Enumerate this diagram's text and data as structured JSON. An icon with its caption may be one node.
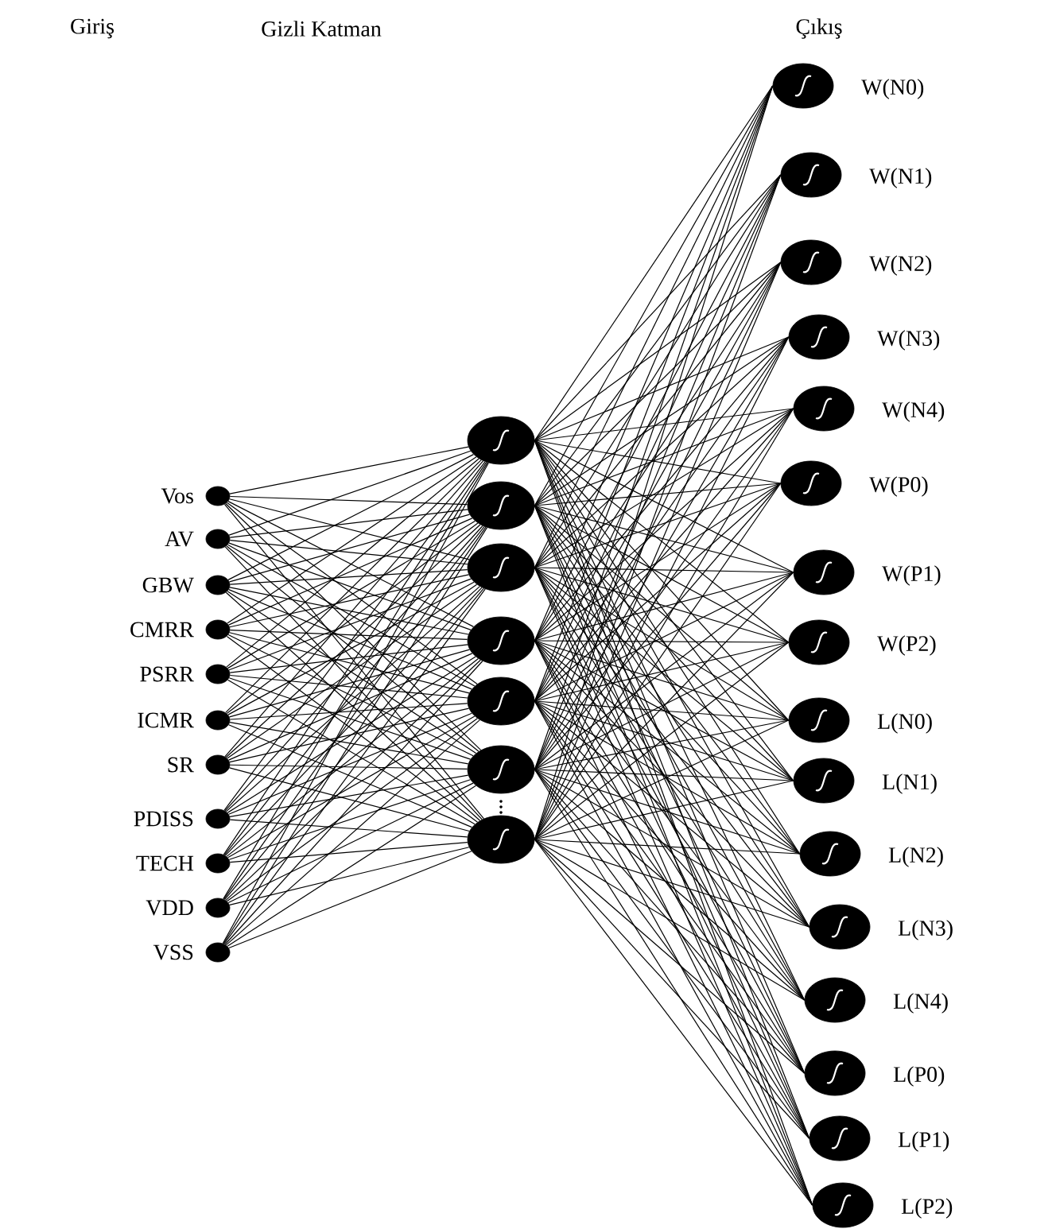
{
  "diagram": {
    "nodes": [
      {
        "text": [],
        "shape": "circle",
        "beside": [
          "Vos"
        ]
      },
      {
        "text": [],
        "shape": "circle",
        "beside": [
          "AV"
        ]
      },
      {
        "text": [],
        "shape": "circle",
        "beside": [
          "GBW"
        ]
      },
      {
        "text": [],
        "shape": "circle",
        "beside": [
          "CMRR"
        ]
      },
      {
        "text": [],
        "shape": "circle",
        "beside": [
          "PSRR"
        ]
      },
      {
        "text": [],
        "shape": "circle",
        "beside": [
          "ICMR"
        ]
      },
      {
        "text": [],
        "shape": "circle",
        "beside": [
          "SR"
        ]
      },
      {
        "text": [],
        "shape": "circle",
        "beside": [
          "PDISS"
        ]
      },
      {
        "text": [],
        "shape": "circle",
        "beside": [
          "TECH"
        ]
      },
      {
        "text": [],
        "shape": "circle",
        "beside": [
          "VDD"
        ]
      },
      {
        "text": [],
        "shape": "circle",
        "beside": [
          "VSS"
        ]
      },
      {
        "text": [],
        "shape": "circle"
      },
      {
        "text": [],
        "shape": "circle"
      },
      {
        "text": [],
        "shape": "circle"
      },
      {
        "text": [],
        "shape": "circle"
      },
      {
        "text": [],
        "shape": "circle"
      },
      {
        "text": [],
        "shape": "circle"
      },
      {
        "text": [],
        "shape": "circle"
      },
      {
        "text": [],
        "shape": "circle",
        "beside": [
          "W(N0)"
        ]
      },
      {
        "text": [],
        "shape": "circle",
        "beside": [
          "W(N1)"
        ]
      },
      {
        "text": [],
        "shape": "circle",
        "beside": [
          "W(N2)"
        ]
      },
      {
        "text": [],
        "shape": "circle",
        "beside": [
          "W(N3)"
        ]
      },
      {
        "text": [],
        "shape": "circle",
        "beside": [
          "W(N4)"
        ]
      },
      {
        "text": [],
        "shape": "circle",
        "beside": [
          "W(P0)"
        ]
      },
      {
        "text": [],
        "shape": "circle",
        "beside": [
          "W(P1)"
        ]
      },
      {
        "text": [],
        "shape": "circle",
        "beside": [
          "W(P2)"
        ]
      },
      {
        "text": [],
        "shape": "circle",
        "beside": [
          "L(N0)"
        ]
      },
      {
        "text": [],
        "shape": "circle",
        "beside": [
          "L(N1)"
        ]
      },
      {
        "text": [],
        "shape": "circle",
        "beside": [
          "L(N2)"
        ]
      },
      {
        "text": [],
        "shape": "circle",
        "beside": [
          "L(N3)"
        ]
      },
      {
        "text": [],
        "shape": "circle",
        "beside": [
          "L(N4)"
        ]
      },
      {
        "text": [],
        "shape": "circle",
        "beside": [
          "L(P0)"
        ]
      },
      {
        "text": [],
        "shape": "circle",
        "beside": [
          "L(P1)"
        ]
      },
      {
        "text": [],
        "shape": "circle",
        "beside": [
          "L(P2)"
        ]
      }
    ],
    "edges": [
      {
        "from": 0,
        "to": 11,
        "arrow": "none"
      },
      {
        "from": 0,
        "to": 12,
        "arrow": "none"
      },
      {
        "from": 0,
        "to": 13,
        "arrow": "none"
      },
      {
        "from": 0,
        "to": 14,
        "arrow": "none"
      },
      {
        "from": 0,
        "to": 15,
        "arrow": "none"
      },
      {
        "from": 0,
        "to": 16,
        "arrow": "none"
      },
      {
        "from": 0,
        "to": 17,
        "arrow": "none"
      },
      {
        "from": 1,
        "to": 11,
        "arrow": "none"
      },
      {
        "from": 1,
        "to": 12,
        "arrow": "none"
      },
      {
        "from": 1,
        "to": 13,
        "arrow": "none"
      },
      {
        "from": 1,
        "to": 14,
        "arrow": "none"
      },
      {
        "from": 1,
        "to": 15,
        "arrow": "none"
      },
      {
        "from": 1,
        "to": 16,
        "arrow": "none"
      },
      {
        "from": 1,
        "to": 17,
        "arrow": "none"
      },
      {
        "from": 2,
        "to": 11,
        "arrow": "none"
      },
      {
        "from": 2,
        "to": 12,
        "arrow": "none"
      },
      {
        "from": 2,
        "to": 13,
        "arrow": "none"
      },
      {
        "from": 2,
        "to": 14,
        "arrow": "none"
      },
      {
        "from": 2,
        "to": 15,
        "arrow": "none"
      },
      {
        "from": 2,
        "to": 16,
        "arrow": "none"
      },
      {
        "from": 2,
        "to": 17,
        "arrow": "none"
      },
      {
        "from": 3,
        "to": 11,
        "arrow": "none"
      },
      {
        "from": 3,
        "to": 12,
        "arrow": "none"
      },
      {
        "from": 3,
        "to": 13,
        "arrow": "none"
      },
      {
        "from": 3,
        "to": 14,
        "arrow": "none"
      },
      {
        "from": 3,
        "to": 15,
        "arrow": "none"
      },
      {
        "from": 3,
        "to": 16,
        "arrow": "none"
      },
      {
        "from": 3,
        "to": 17,
        "arrow": "none"
      },
      {
        "from": 4,
        "to": 11,
        "arrow": "none"
      },
      {
        "from": 4,
        "to": 12,
        "arrow": "none"
      },
      {
        "from": 4,
        "to": 13,
        "arrow": "none"
      },
      {
        "from": 4,
        "to": 14,
        "arrow": "none"
      },
      {
        "from": 4,
        "to": 15,
        "arrow": "none"
      },
      {
        "from": 4,
        "to": 16,
        "arrow": "none"
      },
      {
        "from": 4,
        "to": 17,
        "arrow": "none"
      },
      {
        "from": 5,
        "to": 11,
        "arrow": "none"
      },
      {
        "from": 5,
        "to": 12,
        "arrow": "none"
      },
      {
        "from": 5,
        "to": 13,
        "arrow": "none"
      },
      {
        "from": 5,
        "to": 14,
        "arrow": "none"
      },
      {
        "from": 5,
        "to": 15,
        "arrow": "none"
      },
      {
        "from": 5,
        "to": 16,
        "arrow": "none"
      },
      {
        "from": 5,
        "to": 17,
        "arrow": "none"
      },
      {
        "from": 6,
        "to": 11,
        "arrow": "none"
      },
      {
        "from": 6,
        "to": 12,
        "arrow": "none"
      },
      {
        "from": 6,
        "to": 13,
        "arrow": "none"
      },
      {
        "from": 6,
        "to": 14,
        "arrow": "none"
      },
      {
        "from": 6,
        "to": 15,
        "arrow": "none"
      },
      {
        "from": 6,
        "to": 16,
        "arrow": "none"
      },
      {
        "from": 6,
        "to": 17,
        "arrow": "none"
      },
      {
        "from": 7,
        "to": 11,
        "arrow": "none"
      },
      {
        "from": 7,
        "to": 12,
        "arrow": "none"
      },
      {
        "from": 7,
        "to": 13,
        "arrow": "none"
      },
      {
        "from": 7,
        "to": 14,
        "arrow": "none"
      },
      {
        "from": 7,
        "to": 15,
        "arrow": "none"
      },
      {
        "from": 7,
        "to": 16,
        "arrow": "none"
      },
      {
        "from": 7,
        "to": 17,
        "arrow": "none"
      },
      {
        "from": 8,
        "to": 11,
        "arrow": "none"
      },
      {
        "from": 8,
        "to": 12,
        "arrow": "none"
      },
      {
        "from": 8,
        "to": 13,
        "arrow": "none"
      },
      {
        "from": 8,
        "to": 14,
        "arrow": "none"
      },
      {
        "from": 8,
        "to": 15,
        "arrow": "none"
      },
      {
        "from": 8,
        "to": 16,
        "arrow": "none"
      },
      {
        "from": 8,
        "to": 17,
        "arrow": "none"
      },
      {
        "from": 9,
        "to": 11,
        "arrow": "none"
      },
      {
        "from": 9,
        "to": 12,
        "arrow": "none"
      },
      {
        "from": 9,
        "to": 13,
        "arrow": "none"
      },
      {
        "from": 9,
        "to": 14,
        "arrow": "none"
      },
      {
        "from": 9,
        "to": 15,
        "arrow": "none"
      },
      {
        "from": 9,
        "to": 16,
        "arrow": "none"
      },
      {
        "from": 9,
        "to": 17,
        "arrow": "none"
      },
      {
        "from": 10,
        "to": 11,
        "arrow": "none"
      },
      {
        "from": 10,
        "to": 12,
        "arrow": "none"
      },
      {
        "from": 10,
        "to": 13,
        "arrow": "none"
      },
      {
        "from": 10,
        "to": 14,
        "arrow": "none"
      },
      {
        "from": 10,
        "to": 15,
        "arrow": "none"
      },
      {
        "from": 10,
        "to": 16,
        "arrow": "none"
      },
      {
        "from": 10,
        "to": 17,
        "arrow": "none"
      },
      {
        "from": 11,
        "to": 18,
        "arrow": "none"
      },
      {
        "from": 11,
        "to": 19,
        "arrow": "none"
      },
      {
        "from": 11,
        "to": 20,
        "arrow": "none"
      },
      {
        "from": 11,
        "to": 21,
        "arrow": "none"
      },
      {
        "from": 11,
        "to": 22,
        "arrow": "none"
      },
      {
        "from": 11,
        "to": 23,
        "arrow": "none"
      },
      {
        "from": 11,
        "to": 24,
        "arrow": "none"
      },
      {
        "from": 11,
        "to": 25,
        "arrow": "none"
      },
      {
        "from": 11,
        "to": 26,
        "arrow": "none"
      },
      {
        "from": 11,
        "to": 27,
        "arrow": "none"
      },
      {
        "from": 11,
        "to": 28,
        "arrow": "none"
      },
      {
        "from": 11,
        "to": 29,
        "arrow": "none"
      },
      {
        "from": 11,
        "to": 30,
        "arrow": "none"
      },
      {
        "from": 11,
        "to": 31,
        "arrow": "none"
      },
      {
        "from": 11,
        "to": 32,
        "arrow": "none"
      },
      {
        "from": 11,
        "to": 33,
        "arrow": "none"
      },
      {
        "from": 12,
        "to": 18,
        "arrow": "none"
      },
      {
        "from": 12,
        "to": 19,
        "arrow": "none"
      },
      {
        "from": 12,
        "to": 20,
        "arrow": "none"
      },
      {
        "from": 12,
        "to": 21,
        "arrow": "none"
      },
      {
        "from": 12,
        "to": 22,
        "arrow": "none"
      },
      {
        "from": 12,
        "to": 23,
        "arrow": "none"
      },
      {
        "from": 12,
        "to": 24,
        "arrow": "none"
      },
      {
        "from": 12,
        "to": 25,
        "arrow": "none"
      },
      {
        "from": 12,
        "to": 26,
        "arrow": "none"
      },
      {
        "from": 12,
        "to": 27,
        "arrow": "none"
      },
      {
        "from": 12,
        "to": 28,
        "arrow": "none"
      },
      {
        "from": 12,
        "to": 29,
        "arrow": "none"
      },
      {
        "from": 12,
        "to": 30,
        "arrow": "none"
      },
      {
        "from": 12,
        "to": 31,
        "arrow": "none"
      },
      {
        "from": 12,
        "to": 32,
        "arrow": "none"
      },
      {
        "from": 12,
        "to": 33,
        "arrow": "none"
      },
      {
        "from": 13,
        "to": 18,
        "arrow": "none"
      },
      {
        "from": 13,
        "to": 19,
        "arrow": "none"
      },
      {
        "from": 13,
        "to": 20,
        "arrow": "none"
      },
      {
        "from": 13,
        "to": 21,
        "arrow": "none"
      },
      {
        "from": 13,
        "to": 22,
        "arrow": "none"
      },
      {
        "from": 13,
        "to": 23,
        "arrow": "none"
      },
      {
        "from": 13,
        "to": 24,
        "arrow": "none"
      },
      {
        "from": 13,
        "to": 25,
        "arrow": "none"
      },
      {
        "from": 13,
        "to": 26,
        "arrow": "none"
      },
      {
        "from": 13,
        "to": 27,
        "arrow": "none"
      },
      {
        "from": 13,
        "to": 28,
        "arrow": "none"
      },
      {
        "from": 13,
        "to": 29,
        "arrow": "none"
      },
      {
        "from": 13,
        "to": 30,
        "arrow": "none"
      },
      {
        "from": 13,
        "to": 31,
        "arrow": "none"
      },
      {
        "from": 13,
        "to": 32,
        "arrow": "none"
      },
      {
        "from": 13,
        "to": 33,
        "arrow": "none"
      },
      {
        "from": 14,
        "to": 18,
        "arrow": "none"
      },
      {
        "from": 14,
        "to": 19,
        "arrow": "none"
      },
      {
        "from": 14,
        "to": 20,
        "arrow": "none"
      },
      {
        "from": 14,
        "to": 21,
        "arrow": "none"
      },
      {
        "from": 14,
        "to": 22,
        "arrow": "none"
      },
      {
        "from": 14,
        "to": 23,
        "arrow": "none"
      },
      {
        "from": 14,
        "to": 24,
        "arrow": "none"
      },
      {
        "from": 14,
        "to": 25,
        "arrow": "none"
      },
      {
        "from": 14,
        "to": 26,
        "arrow": "none"
      },
      {
        "from": 14,
        "to": 27,
        "arrow": "none"
      },
      {
        "from": 14,
        "to": 28,
        "arrow": "none"
      },
      {
        "from": 14,
        "to": 29,
        "arrow": "none"
      },
      {
        "from": 14,
        "to": 30,
        "arrow": "none"
      },
      {
        "from": 14,
        "to": 31,
        "arrow": "none"
      },
      {
        "from": 14,
        "to": 32,
        "arrow": "none"
      },
      {
        "from": 14,
        "to": 33,
        "arrow": "none"
      },
      {
        "from": 15,
        "to": 18,
        "arrow": "none"
      },
      {
        "from": 15,
        "to": 19,
        "arrow": "none"
      },
      {
        "from": 15,
        "to": 20,
        "arrow": "none"
      },
      {
        "from": 15,
        "to": 21,
        "arrow": "none"
      },
      {
        "from": 15,
        "to": 22,
        "arrow": "none"
      },
      {
        "from": 15,
        "to": 23,
        "arrow": "none"
      },
      {
        "from": 15,
        "to": 24,
        "arrow": "none"
      },
      {
        "from": 15,
        "to": 25,
        "arrow": "none"
      },
      {
        "from": 15,
        "to": 26,
        "arrow": "none"
      },
      {
        "from": 15,
        "to": 27,
        "arrow": "none"
      },
      {
        "from": 15,
        "to": 28,
        "arrow": "none"
      },
      {
        "from": 15,
        "to": 29,
        "arrow": "none"
      },
      {
        "from": 15,
        "to": 30,
        "arrow": "none"
      },
      {
        "from": 15,
        "to": 31,
        "arrow": "none"
      },
      {
        "from": 15,
        "to": 32,
        "arrow": "none"
      },
      {
        "from": 15,
        "to": 33,
        "arrow": "none"
      },
      {
        "from": 16,
        "to": 18,
        "arrow": "none"
      },
      {
        "from": 16,
        "to": 19,
        "arrow": "none"
      },
      {
        "from": 16,
        "to": 20,
        "arrow": "none"
      },
      {
        "from": 16,
        "to": 21,
        "arrow": "none"
      },
      {
        "from": 16,
        "to": 22,
        "arrow": "none"
      },
      {
        "from": 16,
        "to": 23,
        "arrow": "none"
      },
      {
        "from": 16,
        "to": 24,
        "arrow": "none"
      },
      {
        "from": 16,
        "to": 25,
        "arrow": "none"
      },
      {
        "from": 16,
        "to": 26,
        "arrow": "none"
      },
      {
        "from": 16,
        "to": 27,
        "arrow": "none"
      },
      {
        "from": 16,
        "to": 28,
        "arrow": "none"
      },
      {
        "from": 16,
        "to": 29,
        "arrow": "none"
      },
      {
        "from": 16,
        "to": 30,
        "arrow": "none"
      },
      {
        "from": 16,
        "to": 31,
        "arrow": "none"
      },
      {
        "from": 16,
        "to": 32,
        "arrow": "none"
      },
      {
        "from": 16,
        "to": 33,
        "arrow": "none"
      },
      {
        "from": 17,
        "to": 18,
        "arrow": "none"
      },
      {
        "from": 17,
        "to": 19,
        "arrow": "none"
      },
      {
        "from": 17,
        "to": 20,
        "arrow": "none"
      },
      {
        "from": 17,
        "to": 21,
        "arrow": "none"
      },
      {
        "from": 17,
        "to": 22,
        "arrow": "none"
      },
      {
        "from": 17,
        "to": 23,
        "arrow": "none"
      },
      {
        "from": 17,
        "to": 24,
        "arrow": "none"
      },
      {
        "from": 17,
        "to": 25,
        "arrow": "none"
      },
      {
        "from": 17,
        "to": 26,
        "arrow": "none"
      },
      {
        "from": 17,
        "to": 27,
        "arrow": "none"
      },
      {
        "from": 17,
        "to": 28,
        "arrow": "none"
      },
      {
        "from": 17,
        "to": 29,
        "arrow": "none"
      },
      {
        "from": 17,
        "to": 30,
        "arrow": "none"
      },
      {
        "from": 17,
        "to": 31,
        "arrow": "none"
      },
      {
        "from": 17,
        "to": 32,
        "arrow": "none"
      },
      {
        "from": 17,
        "to": 33,
        "arrow": "none"
      }
    ],
    "labels": [
      "Giriş",
      "Gizli Katman",
      "Çıkış"
    ]
  }
}
